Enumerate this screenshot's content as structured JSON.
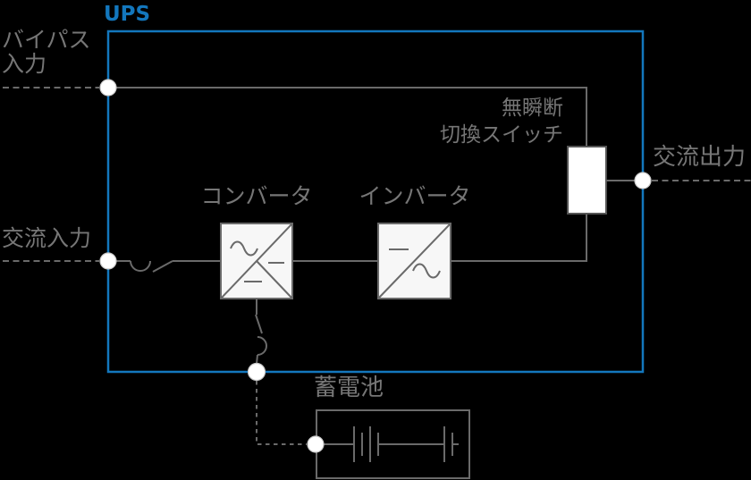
{
  "title": "UPS",
  "colors": {
    "background": "#000000",
    "accent_blue": "#1377bd",
    "line_gray": "#6a6a6a",
    "text_gray": "#767676",
    "box_fill": "#f7f7f7",
    "switch_fill": "#ffffff",
    "node_fill": "#ffffff",
    "node_ring": "#c8c8c8"
  },
  "labels": {
    "ups": "UPS",
    "bypass_input": "バイパス\n入力",
    "ac_input": "交流入力",
    "converter": "コンバータ",
    "inverter": "インバータ",
    "transfer_switch": "無瞬断\n切換スイッチ",
    "ac_output": "交流出力",
    "battery": "蓄電池"
  },
  "components": {
    "converter_symbol": "ac-to-dc-converter",
    "inverter_symbol": "dc-to-ac-inverter",
    "battery_symbol": "multi-cell-battery",
    "switch_symbols": "open-knife-switches",
    "transfer_switch_symbol": "static-transfer-switch-block"
  }
}
